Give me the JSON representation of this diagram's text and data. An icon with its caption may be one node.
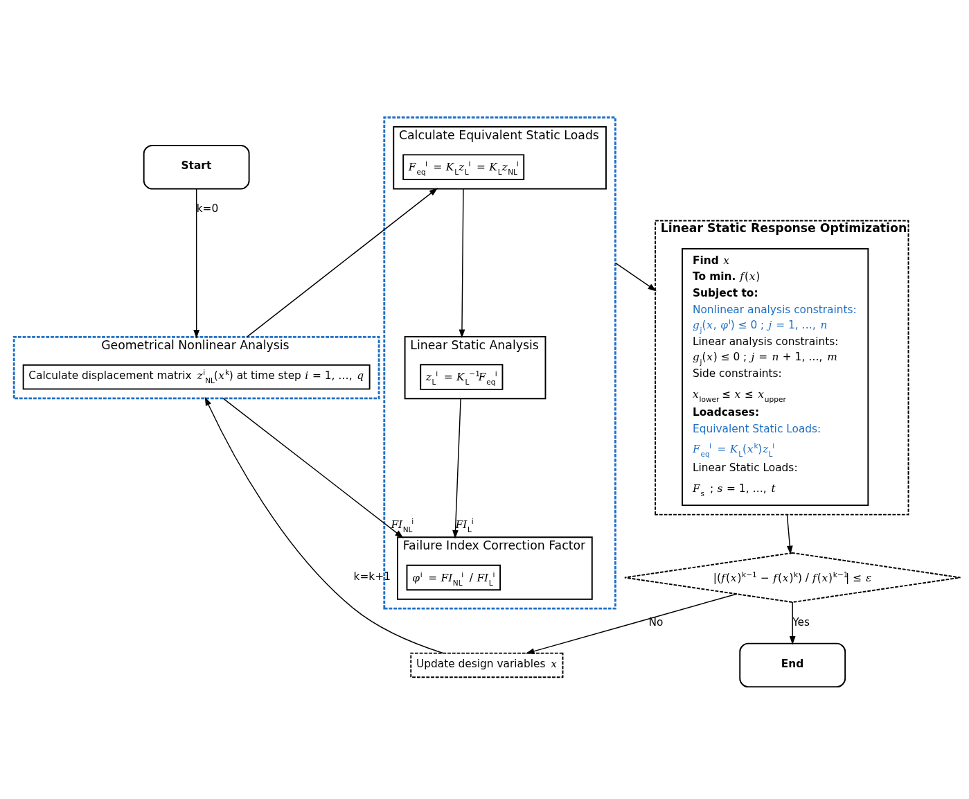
{
  "diagram": {
    "nodes": [
      {
        "text": [
          "Start"
        ]
      },
      {
        "text": [
          "End"
        ]
      },
      {
        "text": [
          "Geometrical Nonlinear Analysis"
        ]
      },
      {
        "text": [
          "Calculate displacement matrix *z*$^{i}$$_{NL}$(*x*$^{k}$) at time step *i* = 1, …, *q*"
        ],
        "in": 2
      },
      {
        "text": [],
        "shape": "box"
      },
      {
        "text": [
          "Calculate Equivalent Static Loads"
        ],
        "in": 4
      },
      {
        "text": [
          "*F*$_{eq}$$^{i}$ = *K*$_{L}$*z*$_{L}$$^{i}$ = *K*$_{L}$*z*$_{NL}$$^{i}$"
        ],
        "in": 5
      },
      {
        "text": [
          "Linear Static Analysis"
        ],
        "in": 4
      },
      {
        "text": [
          "*z*$_{L}$$^{i}$ = *K*$_{L}$$^{−1}$*F*$_{eq}$$^{i}$"
        ],
        "in": 7
      },
      {
        "text": [
          "Failure Index Correction Factor"
        ],
        "in": 4
      },
      {
        "text": [
          "*φ*$^{i}$ = *FI*$_{NL}$$^{i}$ / *FI*$_{L}$$^{i}$"
        ],
        "in": 9
      },
      {
        "text": [
          "Update design variables *x*"
        ]
      },
      {
        "text": [
          "|(*f*(*x*)$^{k−1}$ − *f*(*x*)$^{k}$) / *f*(*x*)$^{k−1}$| ≤ *ε*"
        ]
      },
      {
        "text": [
          "Linear Static Response Optimization"
        ]
      },
      {
        "text": [
          "**Find** *x*",
          "**To min.** *f*(*x*)",
          "Subject to:",
          "Nonlinear analysis constraints:",
          "*g*$_{j}$(*x*, *φ*$^{i}$) ≤ 0 ; *j* = 1, …, *n*",
          "Linear analysis constraints:",
          "*g*$_{j}$(*x*) ≤ 0 ; *j* = *n* + 1, …, *m*",
          "Side constraints:",
          "*x*$_{lower}$ ≤ *x* ≤ *x*$_{upper}$",
          "Loadcases:",
          "Equivalent Static Loads:",
          "*F*$_{eq}$$^{i}$ = *K*$_{L}$(*x*$^{k}$)*z*$_{L}$$^{i}$",
          "Linear Static Loads:",
          "*F*$_{s}$ ; *s* = 1, …, *t*"
        ],
        "in": 13
      }
    ],
    "edges": [
      {
        "from": 0,
        "to": 2,
        "arrow": "to",
        "label": "k=0"
      },
      {
        "from": 11,
        "to": 2,
        "arrow": "to",
        "label": "k=k+1"
      },
      {
        "from": 2,
        "to": 5,
        "arrow": "to"
      },
      {
        "from": 5,
        "to": 7,
        "arrow": "to"
      },
      {
        "from": 7,
        "to": 9,
        "arrow": "to",
        "label": "*FI*$_{L}$$^{i}$"
      },
      {
        "from": 2,
        "to": 9,
        "arrow": "to",
        "label": "*FI*$_{NL}$$^{i}$"
      },
      {
        "from": 4,
        "to": 13,
        "arrow": "to"
      },
      {
        "from": 13,
        "to": 12,
        "arrow": "to"
      },
      {
        "from": 12,
        "to": 11,
        "arrow": "to",
        "label": "No"
      },
      {
        "from": 12,
        "to": 1,
        "arrow": "to",
        "label": "Yes"
      }
    ]
  }
}
